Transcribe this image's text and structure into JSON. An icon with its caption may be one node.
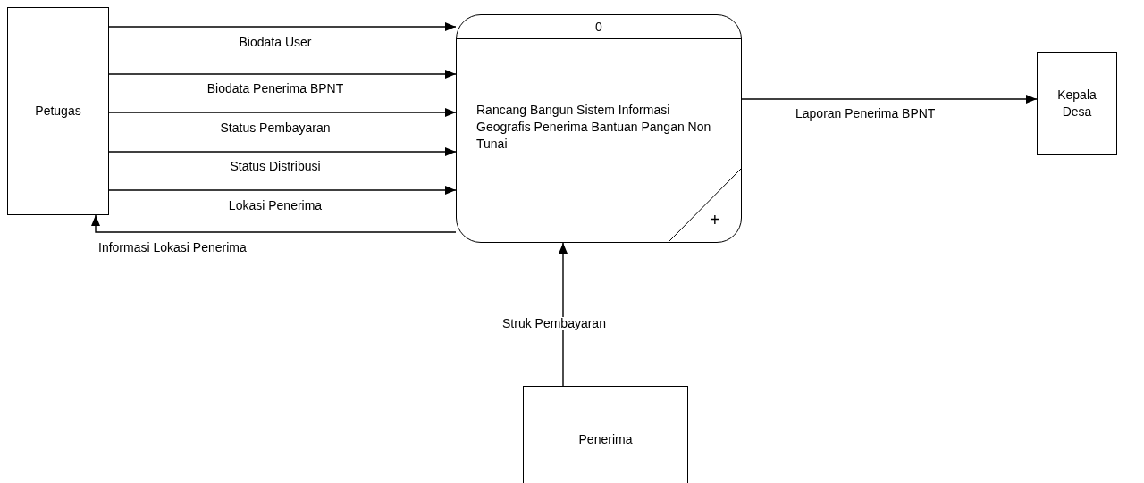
{
  "diagram": {
    "nodes": [
      {
        "text": [
          "Petugas"
        ]
      },
      {
        "text": [
          "0",
          "Rancang Bangun Sistem Informasi Geografis Penerima Bantuan Pangan Non Tunai"
        ]
      },
      {
        "text": [
          "Kepala Desa"
        ]
      },
      {
        "text": [
          "Penerima"
        ]
      }
    ],
    "edges": [
      {
        "from": 0,
        "to": 1,
        "arrow": "to",
        "label": "Biodata User"
      },
      {
        "from": 0,
        "to": 1,
        "arrow": "to",
        "label": "Biodata Penerima BPNT"
      },
      {
        "from": 0,
        "to": 1,
        "arrow": "to",
        "label": "Status Pembayaran"
      },
      {
        "from": 0,
        "to": 1,
        "arrow": "to",
        "label": "Status Distribusi"
      },
      {
        "from": 0,
        "to": 1,
        "arrow": "to",
        "label": "Lokasi Penerima"
      },
      {
        "from": 1,
        "to": 0,
        "arrow": "to",
        "label": "Informasi Lokasi Penerima"
      },
      {
        "from": 1,
        "to": 2,
        "arrow": "to",
        "label": "Laporan Penerima BPNT"
      },
      {
        "from": 3,
        "to": 1,
        "arrow": "to",
        "label": "Struk Pembayaran"
      }
    ],
    "labels": [
      "+"
    ]
  }
}
